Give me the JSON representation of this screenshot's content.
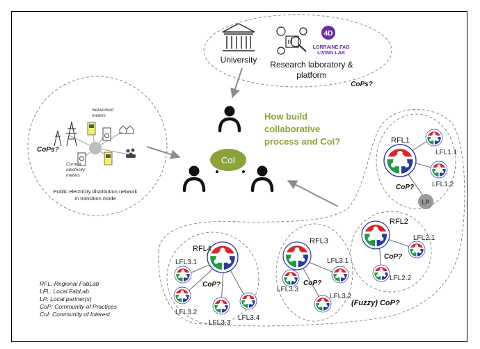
{
  "institutions": {
    "university_label": "University",
    "research_label_line1": "Research laboratory &",
    "research_label_line2": "platform",
    "lorraine_line1": "LORRAINE FAB",
    "lorraine_line2": "LIVING LAB",
    "logo_text": "4D",
    "cops_label": "CoPs?"
  },
  "electricity": {
    "networked_line1": "Networked",
    "networked_line2": "meters",
    "current_line1": "Current",
    "current_line2": "electricity",
    "current_line3": "meters",
    "cops_label": "CoPs?",
    "caption_line1": "Public electricity distribution network",
    "caption_line2": "in transition mode"
  },
  "center": {
    "coi_label": "CoI",
    "question_line1": "How build",
    "question_line2": "collaborative",
    "question_line3": "process and CoI?"
  },
  "rfl1": {
    "name": "RFL1",
    "cop": "CoP?",
    "child1": "LFL1.1",
    "child2": "LFL1.2",
    "lp": "LP"
  },
  "rfl2": {
    "name": "RFL2",
    "cop": "CoP?",
    "child1": "LFL2.1",
    "child2": "LFL2.2"
  },
  "rfl3": {
    "name": "RFL3",
    "cop": "CoP?",
    "child1": "LFL3.1",
    "child2": "LFL3.2",
    "child3": "LFL3.3"
  },
  "rfl4": {
    "name": "RFL4",
    "cop": "CoP?",
    "child1": "LFL3.1",
    "child2": "LFL3.2",
    "child3": "LFL3.3",
    "child4": "LFL3.4"
  },
  "fuzzy_label": "(Fuzzy) CoP?",
  "legend": {
    "line1": "RFL: Regional FabLab",
    "line2": "LFL: Local FabLab",
    "line3": "LP: Local partner(s)",
    "line4": "CoP: Community of Practices",
    "line5": "CoI: Community of Interest"
  },
  "colors": {
    "fablab_red": "#d8262b",
    "fablab_green": "#1f9a45",
    "fablab_blue": "#2b3a9c",
    "coi_green": "#8aa33a",
    "question_green": "#8aa33a",
    "lp_gray": "#999999",
    "logo_purple": "#6b2fa0"
  }
}
